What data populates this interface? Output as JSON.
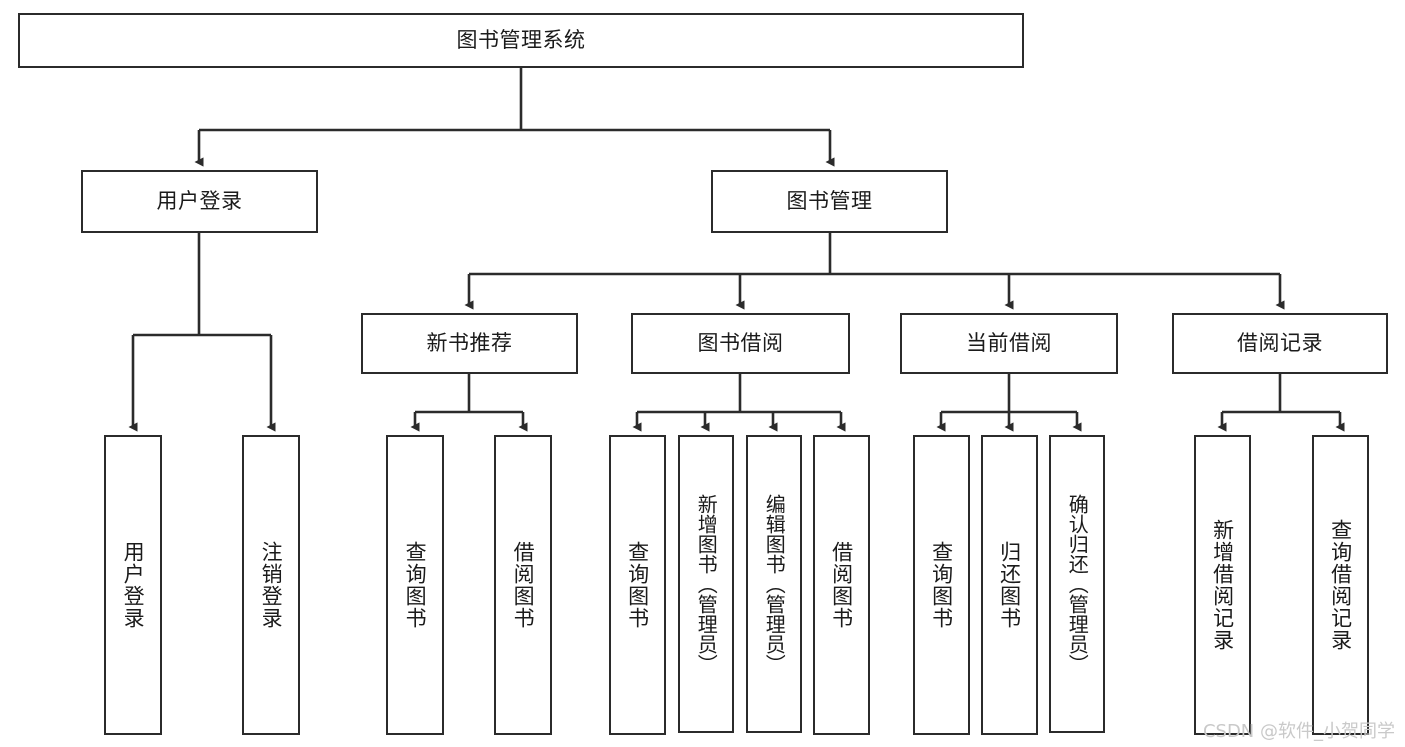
{
  "diagram": {
    "title": "图书管理系统",
    "type": "function-structure-tree",
    "watermark": "CSDN @软件_小贺同学",
    "colors": {
      "stroke": "#2b2b2b",
      "fill": "#ffffff",
      "text": "#1b1b1b",
      "watermark": "#c9c9c9"
    },
    "levels": {
      "root": {
        "label": "图书管理系统"
      },
      "level2": [
        {
          "label": "用户登录"
        },
        {
          "label": "图书管理"
        }
      ],
      "level3": [
        {
          "label": "新书推荐"
        },
        {
          "label": "图书借阅"
        },
        {
          "label": "当前借阅"
        },
        {
          "label": "借阅记录"
        }
      ],
      "leaves_user_login": [
        {
          "label": "用户登录"
        },
        {
          "label": "注销登录"
        }
      ],
      "leaves_new_book": [
        {
          "label": "查询图书"
        },
        {
          "label": "借阅图书"
        }
      ],
      "leaves_borrow": [
        {
          "label": "查询图书"
        },
        {
          "label": "新增图书（管理员）"
        },
        {
          "label": "编辑图书（管理员）"
        },
        {
          "label": "借阅图书"
        }
      ],
      "leaves_current": [
        {
          "label": "查询图书"
        },
        {
          "label": "归还图书"
        },
        {
          "label": "确认归还（管理员）"
        }
      ],
      "leaves_records": [
        {
          "label": "新增借阅记录"
        },
        {
          "label": "查询借阅记录"
        }
      ]
    }
  }
}
